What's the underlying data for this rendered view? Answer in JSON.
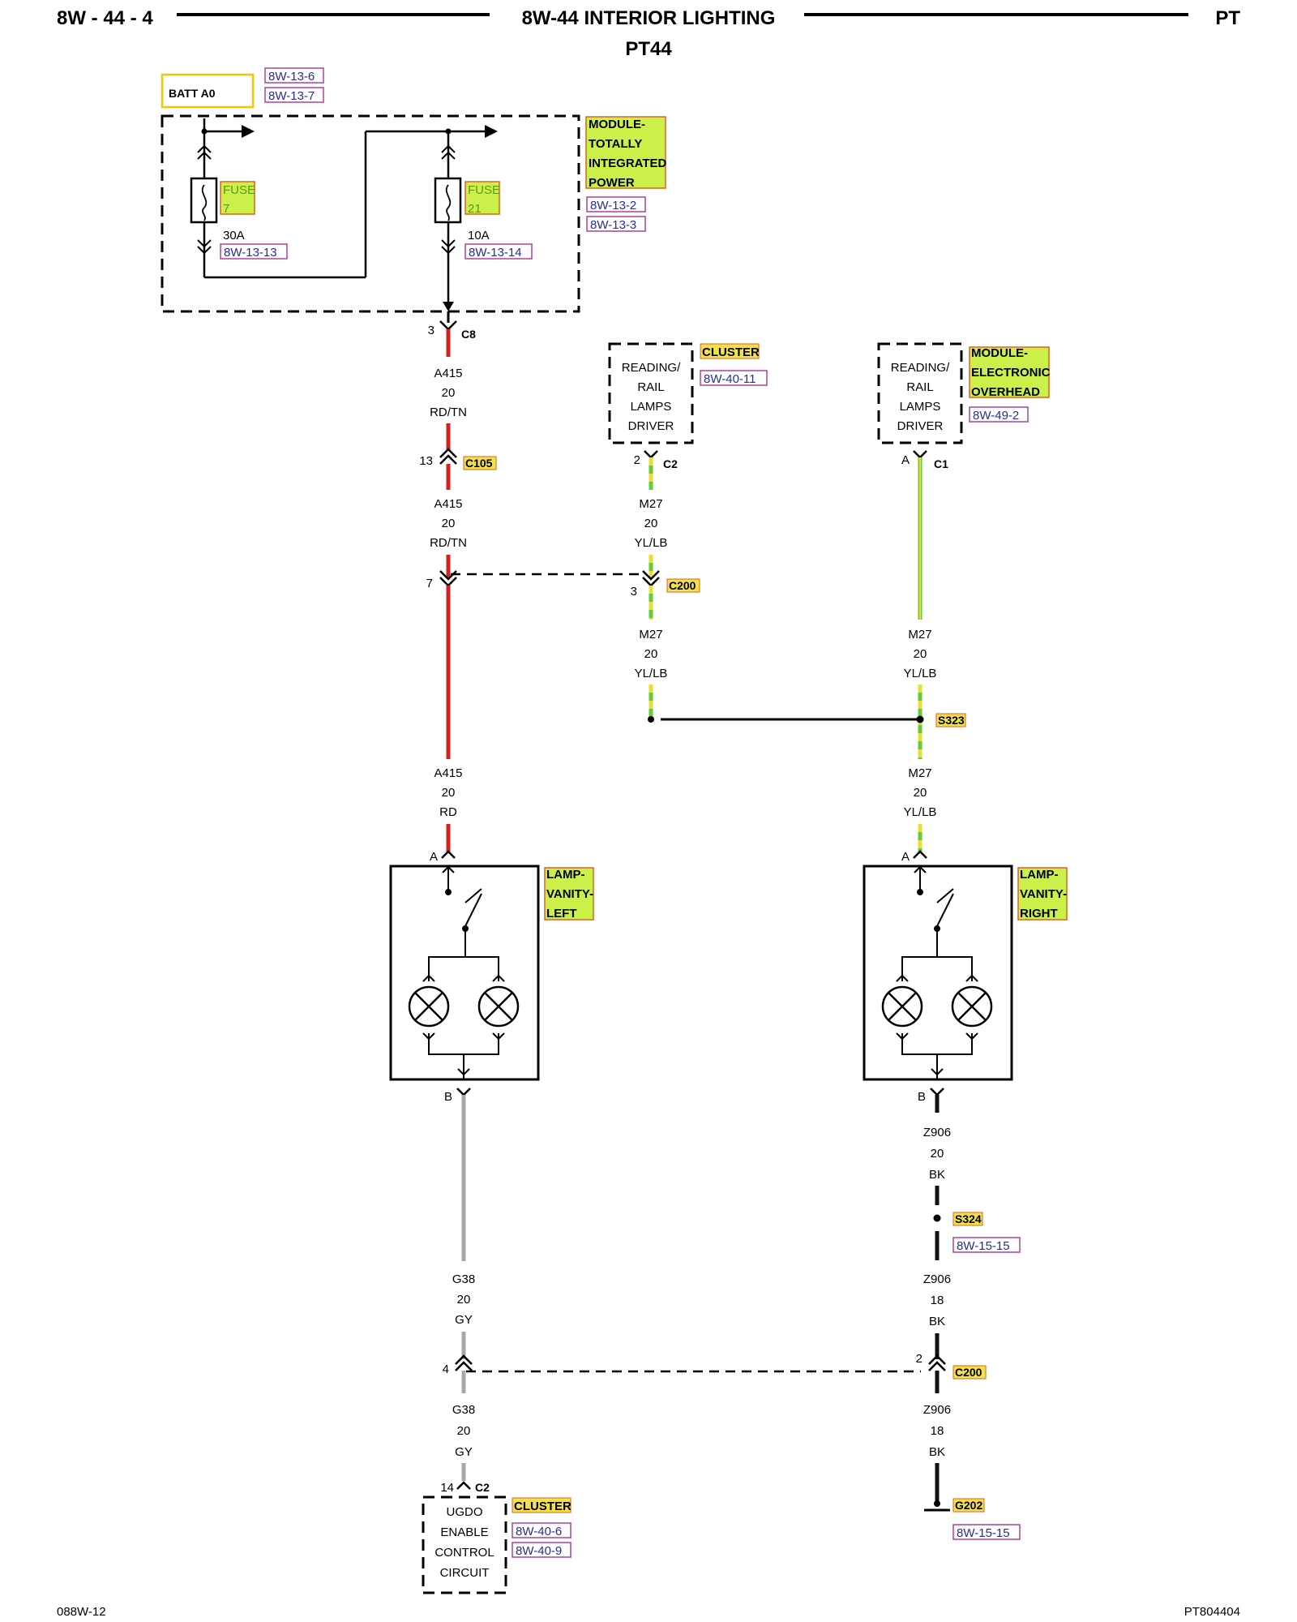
{
  "header": {
    "left": "8W - 44 - 4",
    "title": "8W-44 INTERIOR LIGHTING",
    "right": "PT",
    "subtitle": "PT44"
  },
  "footer": {
    "left": "088W-12",
    "right": "PT804404"
  },
  "colors": {
    "highlight_green": "#ccf04a",
    "highlight_yellow": "#f2e14a",
    "highlight_border": "#e06020",
    "ref_border": "#b040a0",
    "ref_text": "#2b2b9a",
    "wire_red": "#d42020",
    "wire_yellow": "#e8e030",
    "wire_green": "#66cc33",
    "wire_gray": "#a8a8a8",
    "wire_black": "#111111"
  },
  "power": {
    "batt": "BATT A0",
    "batt_refs": [
      "8W-13-6",
      "8W-13-7"
    ],
    "module": [
      "MODULE-",
      "TOTALLY",
      "INTEGRATED",
      "POWER"
    ],
    "module_refs": [
      "8W-13-2",
      "8W-13-3"
    ],
    "fuse7": {
      "label": "FUSE",
      "num": "7",
      "amps": "30A",
      "ref": "8W-13-13"
    },
    "fuse21": {
      "label": "FUSE",
      "num": "21",
      "amps": "10A",
      "ref": "8W-13-14"
    }
  },
  "cluster_driver": {
    "box": [
      "READING/",
      "RAIL",
      "LAMPS",
      "DRIVER"
    ],
    "name": "CLUSTER",
    "ref": "8W-40-11",
    "pin": "2",
    "connector": "C2"
  },
  "emo_driver": {
    "box": [
      "READING/",
      "RAIL",
      "LAMPS",
      "DRIVER"
    ],
    "name": [
      "MODULE-",
      "ELECTRONIC",
      "OVERHEAD"
    ],
    "ref": "8W-49-2",
    "pin": "A",
    "connector": "C1"
  },
  "wire_left": {
    "c8_pin": "3",
    "c8": "C8",
    "seg1": [
      "A415",
      "20",
      "RD/TN"
    ],
    "c105_pin": "13",
    "c105": "C105",
    "seg2": [
      "A415",
      "20",
      "RD/TN"
    ],
    "c200_pin": "7",
    "seg3": [
      "A415",
      "20",
      "RD"
    ]
  },
  "wire_mid": {
    "seg1": [
      "M27",
      "20",
      "YL/LB"
    ],
    "c200_pin": "3",
    "c200": "C200",
    "seg2": [
      "M27",
      "20",
      "YL/LB"
    ]
  },
  "wire_right": {
    "seg1": [
      "M27",
      "20",
      "YL/LB"
    ],
    "splice": "S323",
    "seg2": [
      "M27",
      "20",
      "YL/LB"
    ]
  },
  "lamp_left": {
    "name": [
      "LAMP-",
      "VANITY-",
      "LEFT"
    ],
    "pin_a": "A",
    "pin_b": "B"
  },
  "lamp_right": {
    "name": [
      "LAMP-",
      "VANITY-",
      "RIGHT"
    ],
    "pin_a": "A",
    "pin_b": "B"
  },
  "ground_left": {
    "seg1": [
      "G38",
      "20",
      "GY"
    ],
    "c200_pin": "4",
    "seg2": [
      "G38",
      "20",
      "GY"
    ],
    "c2_pin": "14",
    "c2": "C2",
    "box": [
      "UGDO",
      "ENABLE",
      "CONTROL",
      "CIRCUIT"
    ],
    "name": "CLUSTER",
    "refs": [
      "8W-40-6",
      "8W-40-9"
    ]
  },
  "ground_right": {
    "seg1": [
      "Z906",
      "20",
      "BK"
    ],
    "splice": "S324",
    "splice_ref": "8W-15-15",
    "seg2": [
      "Z906",
      "18",
      "BK"
    ],
    "c200_pin": "2",
    "c200": "C200",
    "seg3": [
      "Z906",
      "18",
      "BK"
    ],
    "ground": "G202",
    "ground_ref": "8W-15-15"
  }
}
